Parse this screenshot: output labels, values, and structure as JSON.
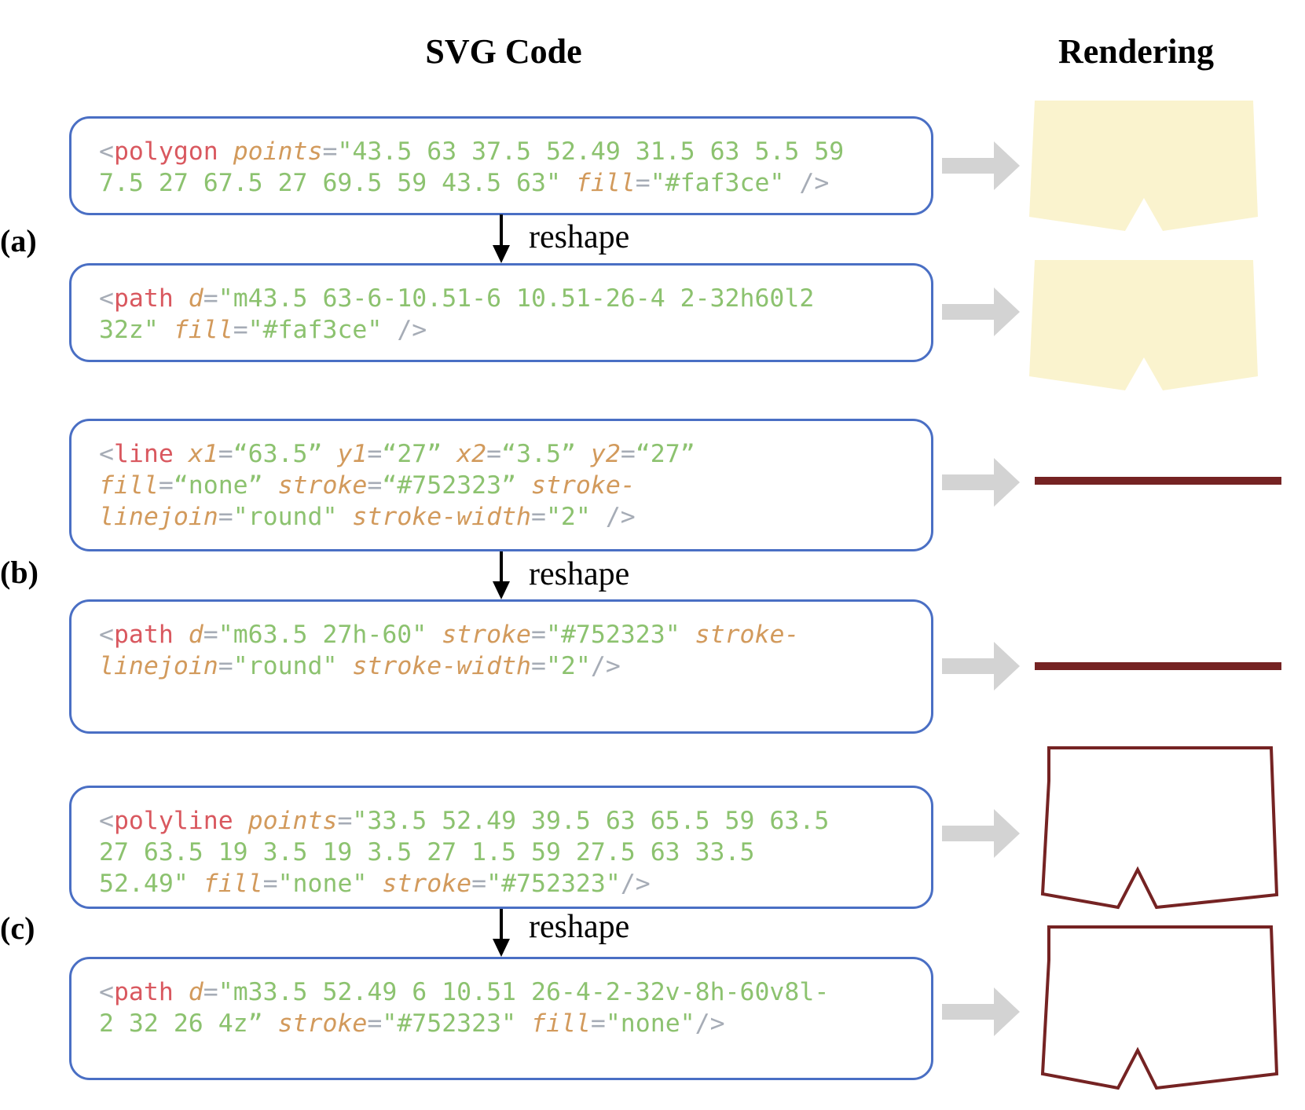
{
  "headers": {
    "code": "SVG Code",
    "rendering": "Rendering"
  },
  "groups": [
    {
      "label": "(a)",
      "reshape_label": "reshape",
      "before": {
        "lines": [
          [
            [
              "punct",
              "<"
            ],
            [
              "tag",
              "polygon"
            ],
            [
              "text",
              " "
            ],
            [
              "attr",
              "points"
            ],
            [
              "punct",
              "="
            ],
            [
              "value",
              "\"43.5 63 37.5 52.49 31.5 63 5.5 59"
            ]
          ],
          [
            [
              "value",
              "7.5 27 67.5 27 69.5 59 43.5 63\""
            ],
            [
              "text",
              " "
            ],
            [
              "attr",
              "fill"
            ],
            [
              "punct",
              "="
            ],
            [
              "value",
              "\"#faf3ce\""
            ],
            [
              "text",
              " "
            ],
            [
              "punct",
              "/>"
            ]
          ]
        ]
      },
      "after": {
        "lines": [
          [
            [
              "punct",
              "<"
            ],
            [
              "tag",
              "path"
            ],
            [
              "text",
              " "
            ],
            [
              "attr",
              "d"
            ],
            [
              "punct",
              "="
            ],
            [
              "value",
              "\"m43.5 63-6-10.51-6 10.51-26-4 2-32h60l2"
            ]
          ],
          [
            [
              "value",
              "32z\""
            ],
            [
              "text",
              " "
            ],
            [
              "attr",
              "fill"
            ],
            [
              "punct",
              "="
            ],
            [
              "value",
              "\"#faf3ce\""
            ],
            [
              "text",
              " "
            ],
            [
              "punct",
              "/>"
            ]
          ]
        ]
      }
    },
    {
      "label": "(b)",
      "reshape_label": "reshape",
      "before": {
        "lines": [
          [
            [
              "punct",
              "<"
            ],
            [
              "tag",
              "line"
            ],
            [
              "text",
              " "
            ],
            [
              "attr",
              "x1"
            ],
            [
              "punct",
              "="
            ],
            [
              "value",
              "“63.5”"
            ],
            [
              "text",
              " "
            ],
            [
              "attr",
              "y1"
            ],
            [
              "punct",
              "="
            ],
            [
              "value",
              "“27”"
            ],
            [
              "text",
              " "
            ],
            [
              "attr",
              "x2"
            ],
            [
              "punct",
              "="
            ],
            [
              "value",
              "“3.5”"
            ],
            [
              "text",
              " "
            ],
            [
              "attr",
              "y2"
            ],
            [
              "punct",
              "="
            ],
            [
              "value",
              "“27”"
            ]
          ],
          [
            [
              "attr",
              "fill"
            ],
            [
              "punct",
              "="
            ],
            [
              "value",
              "“none”"
            ],
            [
              "text",
              " "
            ],
            [
              "attr",
              "stroke"
            ],
            [
              "punct",
              "="
            ],
            [
              "value",
              "“#752323”"
            ],
            [
              "text",
              " "
            ],
            [
              "attr",
              "stroke-"
            ]
          ],
          [
            [
              "attr",
              "linejoin"
            ],
            [
              "punct",
              "="
            ],
            [
              "value",
              "\"round\""
            ],
            [
              "text",
              " "
            ],
            [
              "attr",
              "stroke-width"
            ],
            [
              "punct",
              "="
            ],
            [
              "value",
              "\"2\""
            ],
            [
              "text",
              " "
            ],
            [
              "punct",
              "/>"
            ]
          ]
        ]
      },
      "after": {
        "lines": [
          [
            [
              "punct",
              "<"
            ],
            [
              "tag",
              "path"
            ],
            [
              "text",
              " "
            ],
            [
              "attr",
              "d"
            ],
            [
              "punct",
              "="
            ],
            [
              "value",
              "\"m63.5 27h-60\""
            ],
            [
              "text",
              " "
            ],
            [
              "attr",
              "stroke"
            ],
            [
              "punct",
              "="
            ],
            [
              "value",
              "\"#752323\""
            ],
            [
              "text",
              " "
            ],
            [
              "attr",
              "stroke-"
            ]
          ],
          [
            [
              "attr",
              "linejoin"
            ],
            [
              "punct",
              "="
            ],
            [
              "value",
              "\"round\""
            ],
            [
              "text",
              " "
            ],
            [
              "attr",
              "stroke-width"
            ],
            [
              "punct",
              "="
            ],
            [
              "value",
              "\"2\""
            ],
            [
              "punct",
              "/>"
            ]
          ]
        ]
      }
    },
    {
      "label": "(c)",
      "reshape_label": "reshape",
      "before": {
        "lines": [
          [
            [
              "punct",
              "<"
            ],
            [
              "tag",
              "polyline"
            ],
            [
              "text",
              " "
            ],
            [
              "attr",
              "points"
            ],
            [
              "punct",
              "="
            ],
            [
              "value",
              "\"33.5 52.49 39.5 63 65.5 59 63.5"
            ]
          ],
          [
            [
              "value",
              "27 63.5 19 3.5 19 3.5 27 1.5 59 27.5 63 33.5"
            ]
          ],
          [
            [
              "value",
              "52.49\""
            ],
            [
              "text",
              " "
            ],
            [
              "attr",
              "fill"
            ],
            [
              "punct",
              "="
            ],
            [
              "value",
              "\"none\""
            ],
            [
              "text",
              " "
            ],
            [
              "attr",
              "stroke"
            ],
            [
              "punct",
              "="
            ],
            [
              "value",
              "\"#752323\""
            ],
            [
              "punct",
              "/>"
            ]
          ]
        ]
      },
      "after": {
        "lines": [
          [
            [
              "punct",
              "<"
            ],
            [
              "tag",
              "path"
            ],
            [
              "text",
              " "
            ],
            [
              "attr",
              "d"
            ],
            [
              "punct",
              "="
            ],
            [
              "value",
              "\"m33.5 52.49 6 10.51 26-4-2-32v-8h-60v8l-"
            ]
          ],
          [
            [
              "value",
              "2 32 26 4z”"
            ],
            [
              "text",
              " "
            ],
            [
              "attr",
              "stroke"
            ],
            [
              "punct",
              "="
            ],
            [
              "value",
              "\"#752323\""
            ],
            [
              "text",
              " "
            ],
            [
              "attr",
              "fill"
            ],
            [
              "punct",
              "="
            ],
            [
              "value",
              "\"none\""
            ],
            [
              "punct",
              "/>"
            ]
          ]
        ]
      }
    }
  ],
  "colors": {
    "box_border": "#4a6fc4",
    "tag": "#d9585f",
    "attribute": "#d29a5c",
    "value": "#8cc26f",
    "punctuation": "#a6acb6",
    "arrow": "#d3d3d3",
    "fill_shape": "#faf3ce",
    "stroke_shape": "#752323"
  }
}
